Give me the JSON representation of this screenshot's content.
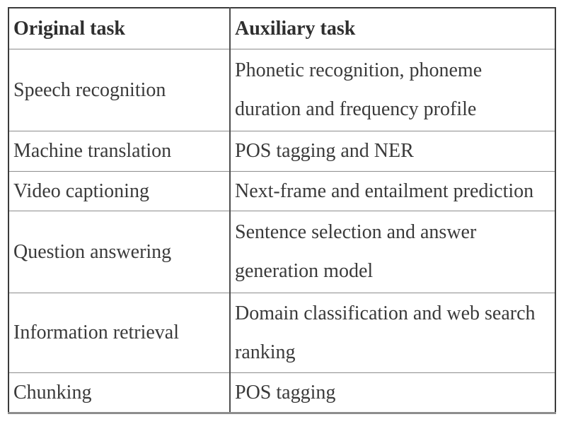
{
  "table": {
    "columns": {
      "original": "Original task",
      "auxiliary": "Auxiliary task"
    },
    "rows": [
      {
        "original": "Speech recognition",
        "auxiliary": "Phonetic recognition, phoneme\nduration and frequency profile"
      },
      {
        "original": "Machine translation",
        "auxiliary": "POS tagging and NER"
      },
      {
        "original": "Video captioning",
        "auxiliary": "Next-frame and entailment prediction"
      },
      {
        "original": "Question answering",
        "auxiliary": "Sentence selection and answer\ngeneration model"
      },
      {
        "original": "Information retrieval",
        "auxiliary": "Domain classification and web search\nranking"
      },
      {
        "original": "Chunking",
        "auxiliary": "POS tagging"
      }
    ],
    "colors": {
      "text": "#3a3a3a",
      "border_dark": "#3b3b3b",
      "border_divider": "#4e4e4e",
      "border_light": "#8d8d8d",
      "background": "#ffffff"
    }
  }
}
